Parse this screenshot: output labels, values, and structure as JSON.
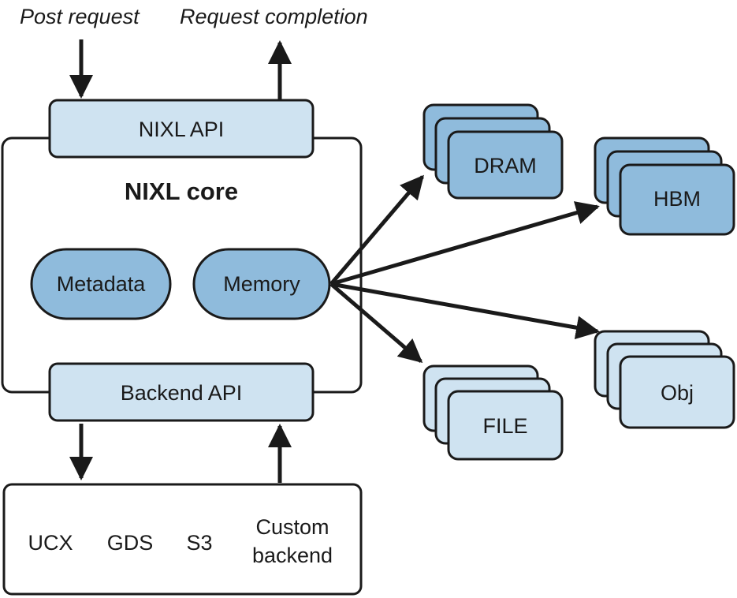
{
  "labels": {
    "post_request": "Post request",
    "request_completion": "Request completion"
  },
  "core": {
    "title": "NIXL core",
    "nixl_api": "NIXL API",
    "backend_api": "Backend API",
    "metadata": "Metadata",
    "memory": "Memory"
  },
  "storage": {
    "dram": "DRAM",
    "hbm": "HBM",
    "file": "FILE",
    "obj": "Obj"
  },
  "backends": {
    "ucx": "UCX",
    "gds": "GDS",
    "s3": "S3",
    "custom_line1": "Custom",
    "custom_line2": "backend"
  },
  "colors": {
    "light_fill": "#cfe3f1",
    "dark_fill": "#8fbbdc",
    "stroke": "#1a1a1a"
  }
}
